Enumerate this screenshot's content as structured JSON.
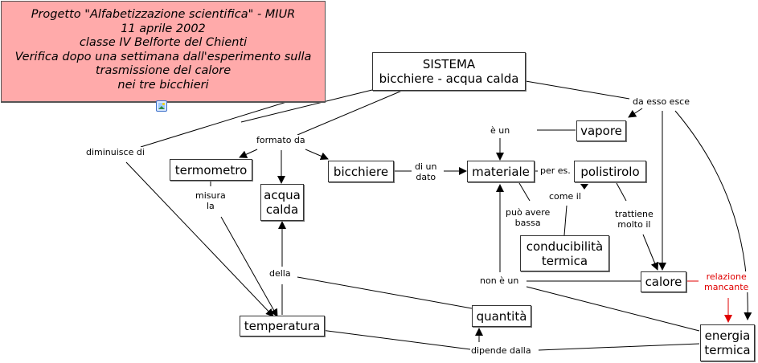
{
  "header": {
    "lines": [
      "Progetto \"Alfabetizzazione scientifica\" - MIUR",
      "11 aprile 2002",
      "classe IV Belforte del Chienti",
      "Verifica dopo una settimana dall'esperimento sulla",
      "trasmissione del calore",
      "nei tre bicchieri"
    ],
    "background": "#ffaaaa",
    "attachment_icon": "image-icon"
  },
  "concepts": {
    "sistema": [
      "SISTEMA",
      "bicchiere - acqua calda"
    ],
    "termometro": [
      "termometro"
    ],
    "acqua_calda": [
      "acqua",
      "calda"
    ],
    "bicchiere": [
      "bicchiere"
    ],
    "materiale": [
      "materiale"
    ],
    "vapore": [
      "vapore"
    ],
    "polistirolo": [
      "polistirolo"
    ],
    "conducibilita": [
      "conducibilità",
      "termica"
    ],
    "calore": [
      "calore"
    ],
    "quantita": [
      "quantità"
    ],
    "temperatura": [
      "temperatura"
    ],
    "energia": [
      "energia",
      "termica"
    ]
  },
  "links": {
    "diminuisce_di": [
      "diminuisce di"
    ],
    "formato_da": [
      "formato da"
    ],
    "da_esso_esce": [
      "da esso esce"
    ],
    "e_un": [
      "è un"
    ],
    "di_un_dato": [
      "di un",
      "dato"
    ],
    "per_es": [
      "per es."
    ],
    "come_il": [
      "come il"
    ],
    "puo_avere_bassa": [
      "può avere",
      "bassa"
    ],
    "trattiene_molto_il": [
      "trattiene",
      "molto il"
    ],
    "misura_la": [
      "misura",
      "la"
    ],
    "della": [
      "della"
    ],
    "non_e_un": [
      "non è un"
    ],
    "dipende_dalla": [
      "dipende dalla"
    ],
    "relazione_mancante": [
      "relazione",
      "mancante"
    ]
  },
  "colors": {
    "missing_relation": "#e00000",
    "line": "#000000"
  }
}
